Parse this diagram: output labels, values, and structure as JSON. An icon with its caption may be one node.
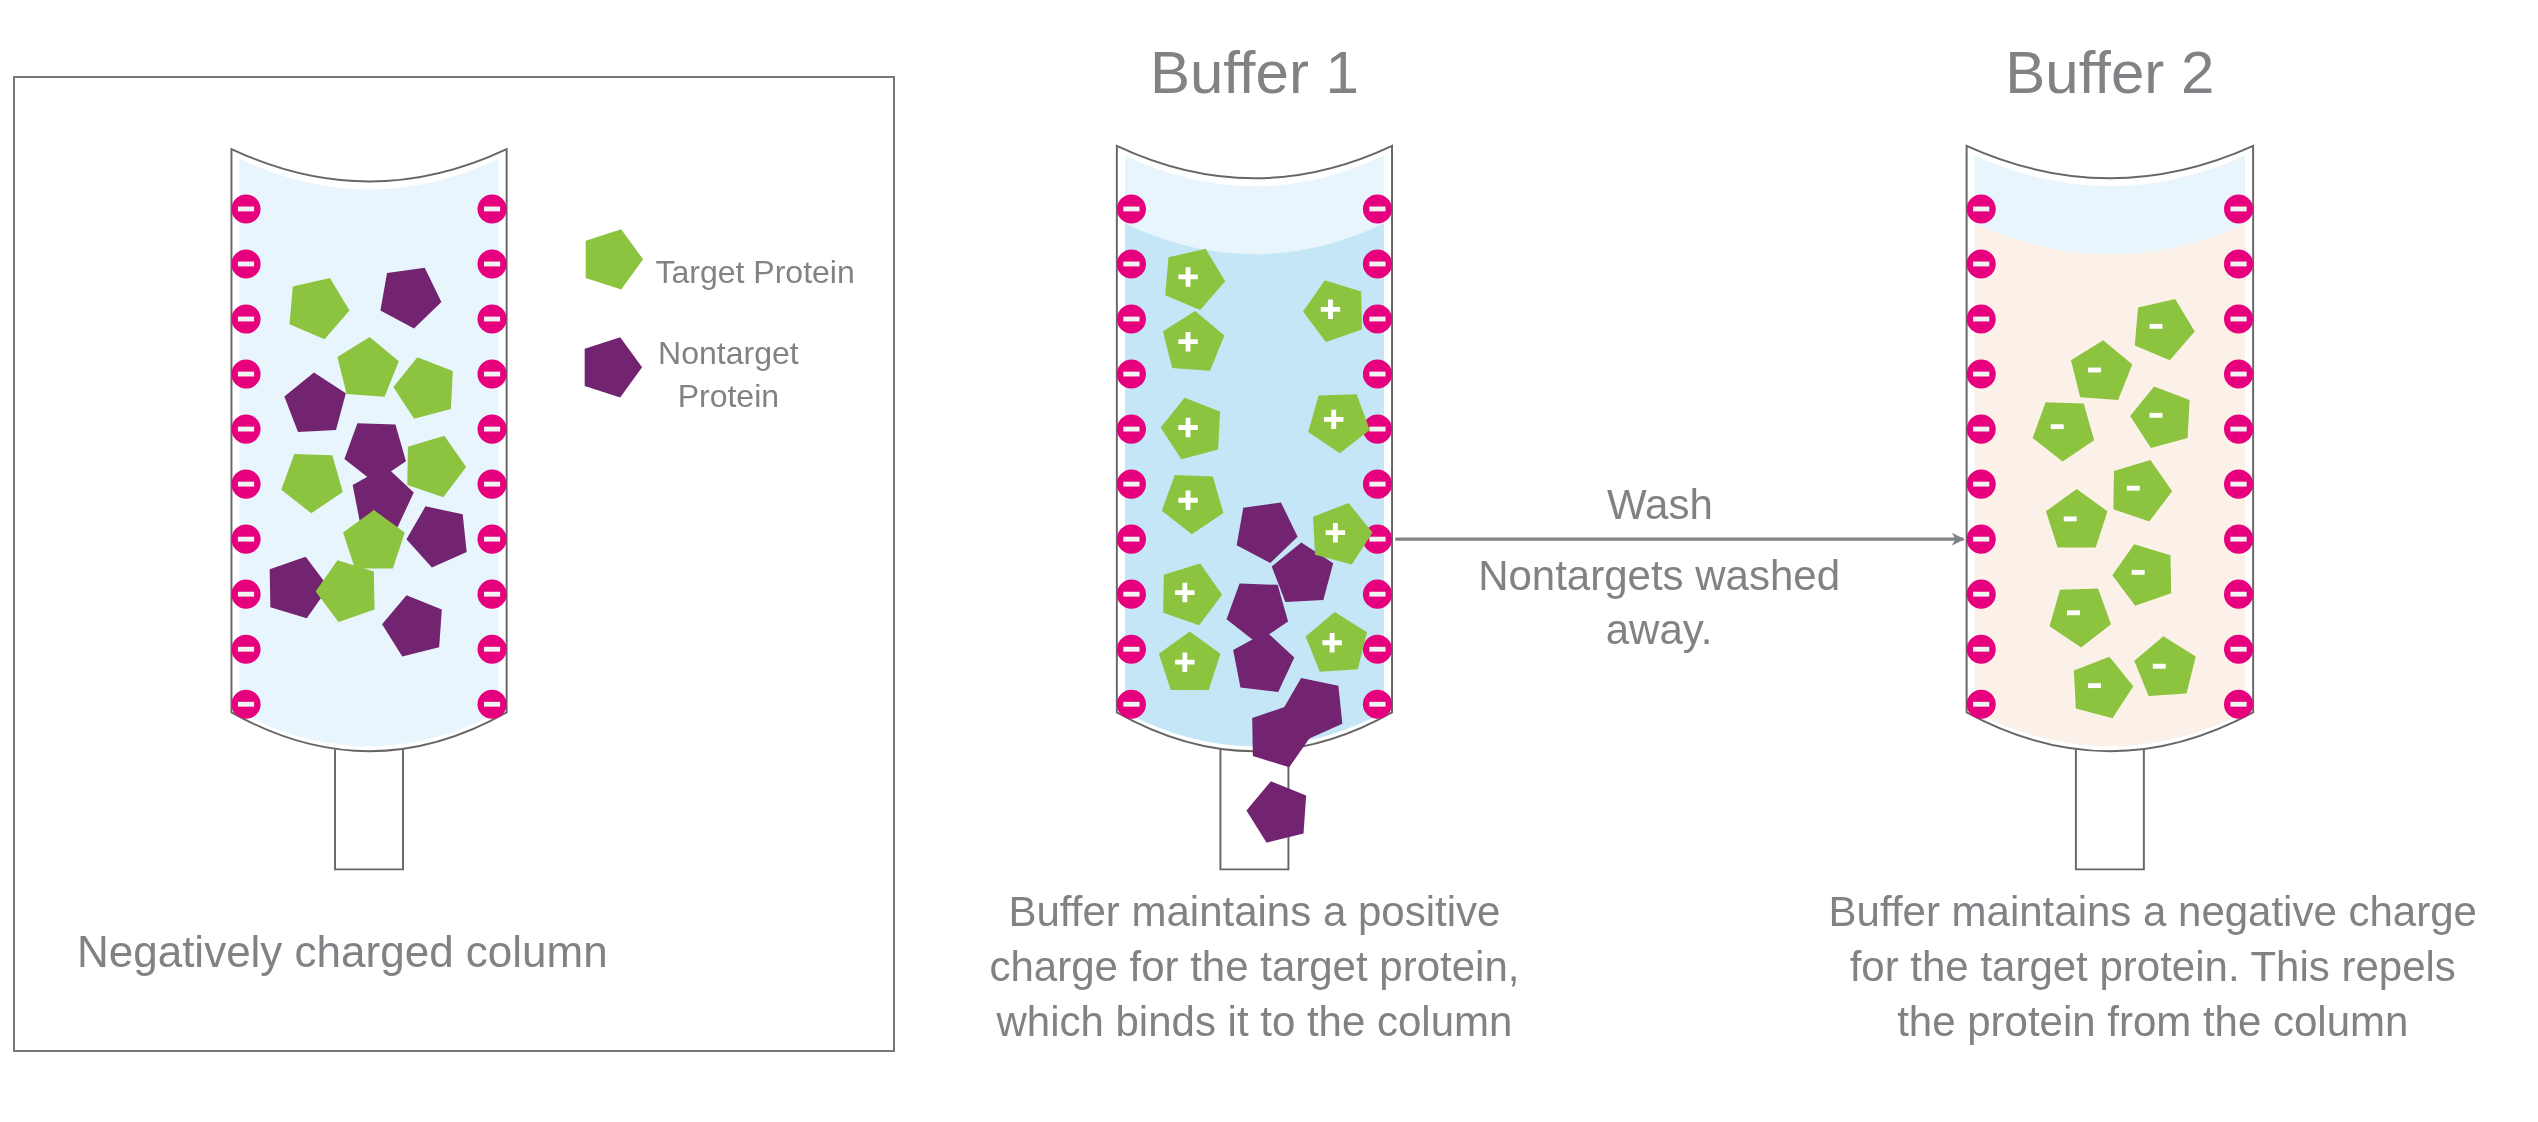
{
  "diagram": {
    "nodes": [
      {
        "text": [
          "Negatively charged column"
        ]
      },
      {
        "text": [
          "Buffer 1"
        ]
      },
      {
        "text": [
          "Buffer 2"
        ]
      }
    ],
    "edges": [
      {
        "from": 1,
        "to": 2,
        "arrow": "to",
        "label": "Wash"
      }
    ],
    "labels": [
      "Nontargets washed away.",
      "Buffer maintains a positive charge for the target protein, which binds it to the column",
      "Buffer maintains a negative charge for the target protein. This repels the protein from the column"
    ],
    "legend": [
      {
        "text": "Target Protein",
        "color": "#8cc43f"
      },
      {
        "text": "Nontarget Protein",
        "color": "#722470"
      }
    ]
  }
}
